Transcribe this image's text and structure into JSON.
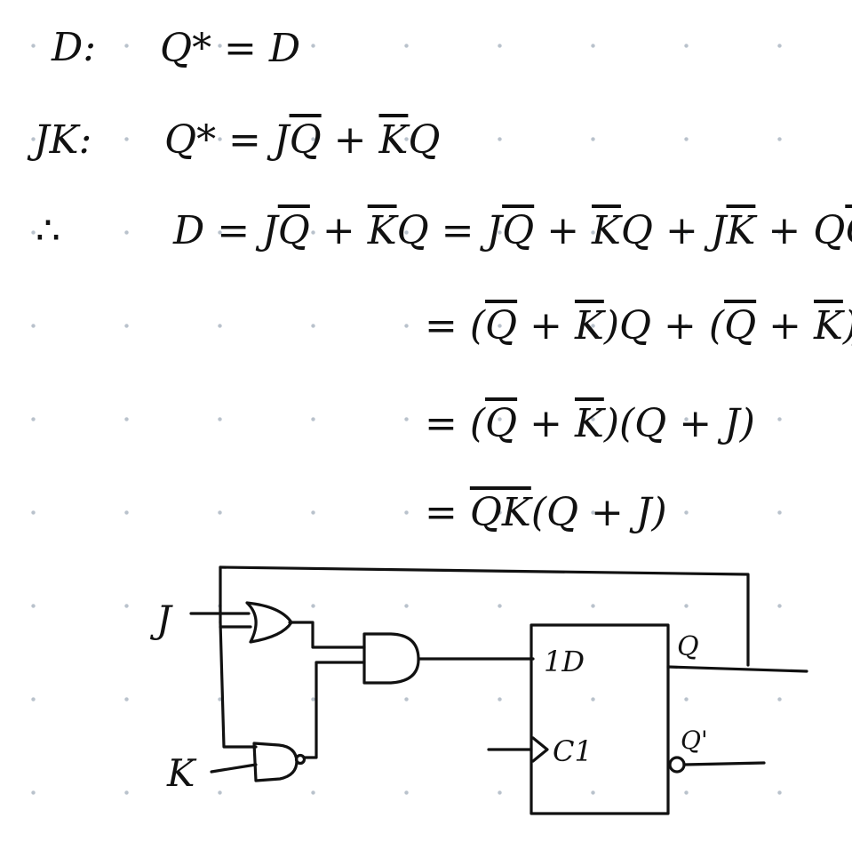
{
  "equations": {
    "d_label": "D:",
    "d_eq": "Q* = D",
    "jk_label": "JK:",
    "jk_eq_parts": [
      "Q* = J",
      "Q",
      " + ",
      "K",
      "Q"
    ],
    "therefore": "∴",
    "line3_parts": [
      "D = J",
      "Q",
      " + ",
      "K",
      "Q = J",
      "Q",
      " + ",
      "K",
      "Q + J",
      "K",
      " + Q",
      "Q"
    ],
    "line4_parts": [
      "= (",
      "Q",
      " + ",
      "K",
      ")Q + (",
      "Q",
      " + ",
      "K",
      ")J"
    ],
    "line5_parts": [
      "= (",
      "Q",
      " + ",
      "K",
      ")(Q + J)"
    ],
    "line6_parts": [
      "= ",
      "QK",
      "(Q + J)"
    ]
  },
  "circuit": {
    "input_j": "J",
    "input_k": "K",
    "ff_d_pin": "1D",
    "ff_clk_pin": "C1",
    "output_q": "Q",
    "output_qn": "Q'"
  }
}
